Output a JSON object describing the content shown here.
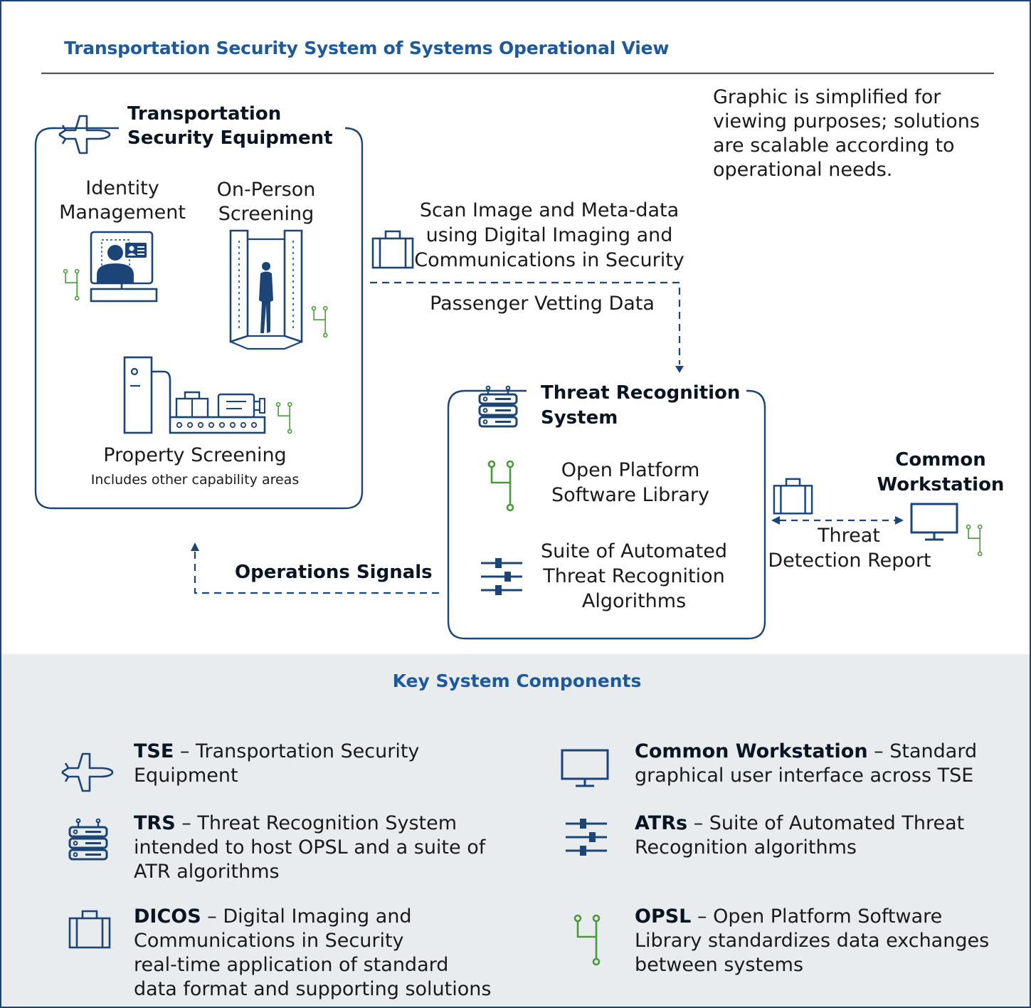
{
  "title": "Transportation Security System of Systems Operational View",
  "note": "Graphic is simplified for viewing purposes; solutions are scalable according to operational needs.",
  "tse_box": {
    "title_line1": "Transportation",
    "title_line2": "Security Equipment",
    "identity_line1": "Identity",
    "identity_line2": "Management",
    "onperson_line1": "On-Person",
    "onperson_line2": "Screening",
    "property_label": "Property Screening",
    "property_sub": "Includes other capability areas"
  },
  "flows": {
    "scan_line1": "Scan Image and Meta-data",
    "scan_line2": "using Digital Imaging and",
    "scan_line3": "Communications in Security",
    "vetting": "Passenger Vetting Data",
    "operations": "Operations Signals",
    "threat_line1": "Threat",
    "threat_line2": "Detection Report"
  },
  "trs_box": {
    "title_line1": "Threat Recognition",
    "title_line2": "System",
    "opsl_line1": "Open Platform",
    "opsl_line2": "Software Library",
    "atr_line1": "Suite of Automated",
    "atr_line2": "Threat Recognition",
    "atr_line3": "Algorithms"
  },
  "workstation": {
    "line1": "Common",
    "line2": "Workstation"
  },
  "key": {
    "title": "Key System Components",
    "items": [
      {
        "abbr": "TSE",
        "desc_line1": "– Transportation Security",
        "desc_line2": "Equipment"
      },
      {
        "abbr": "TRS",
        "desc_line1": "– Threat Recognition System",
        "desc_line2": "intended to host OPSL and a suite of",
        "desc_line3": "ATR algorithms"
      },
      {
        "abbr": "DICOS",
        "desc_line1": "– Digital Imaging and",
        "desc_line2": "Communications in Security",
        "desc_line3": "real-time application of standard",
        "desc_line4": "data format and supporting solutions"
      },
      {
        "abbr": "Common Workstation",
        "desc_line1": "– Standard",
        "desc_line2": "graphical user interface across TSE"
      },
      {
        "abbr": "ATRs",
        "desc_line1": "– Suite of Automated Threat",
        "desc_line2": "Recognition algorithms"
      },
      {
        "abbr": "OPSL",
        "desc_line1": "– Open Platform Software",
        "desc_line2": "Library standardizes data exchanges",
        "desc_line3": "between systems"
      }
    ]
  },
  "colors": {
    "navy": "#1b4477",
    "title_blue": "#1e5a9a",
    "green": "#4a9a3a",
    "key_bg": "#e9ecee"
  }
}
